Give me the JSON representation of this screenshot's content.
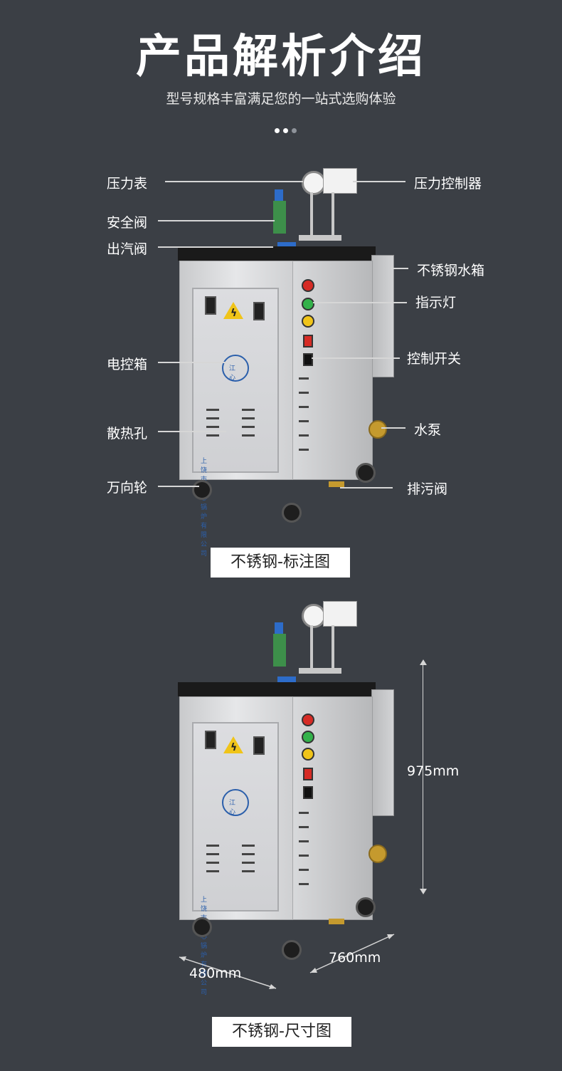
{
  "header": {
    "title": "产品解析介绍",
    "subtitle": "型号规格丰富满足您的一站式选购体验"
  },
  "section1": {
    "labels_left": {
      "pressure_gauge": "压力表",
      "safety_valve": "安全阀",
      "steam_outlet": "出汽阀",
      "control_box": "电控箱",
      "vent_holes": "散热孔",
      "caster": "万向轮"
    },
    "labels_right": {
      "pressure_controller": "压力控制器",
      "water_tank": "不锈钢水箱",
      "indicator": "指示灯",
      "control_switch": "控制开关",
      "water_pump": "水泵",
      "drain_valve": "排污阀"
    },
    "caption": "不锈钢-标注图"
  },
  "machine": {
    "logo_text": "江心",
    "brand_text": "上饶市江心锅炉有限公司"
  },
  "section2": {
    "height": "975mm",
    "depth": "480mm",
    "width": "760mm",
    "caption": "不锈钢-尺寸图"
  },
  "colors": {
    "background": "#3b3f45",
    "light_red": "#d62b25",
    "light_green": "#33b24a",
    "light_yellow": "#f0c419"
  }
}
